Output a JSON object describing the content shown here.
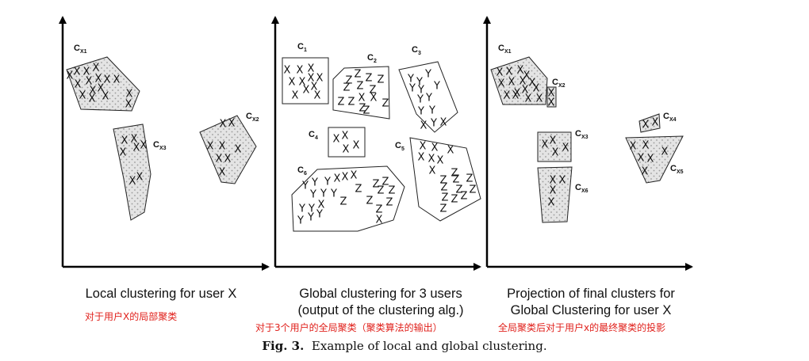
{
  "panels": [
    {
      "caption": [
        "Local clustering for user X"
      ],
      "caption_zh": "对于用户X的局部聚类",
      "clusters": [
        {
          "label": "C",
          "sub": "X1",
          "points": "XXXXXXXXXXXXXXXX"
        },
        {
          "label": "C",
          "sub": "X3",
          "points": "XXXXXXX"
        },
        {
          "label": "C",
          "sub": "X2",
          "points": "XXXXXXXX"
        }
      ]
    },
    {
      "caption": [
        "Global clustering for 3 users",
        "(output of the clustering alg.)"
      ],
      "caption_zh": "对于3个用户的全局聚类（聚类算法的输出）",
      "clusters": [
        {
          "label": "C",
          "sub": "1",
          "points": "XXXXXXXXXXX"
        },
        {
          "label": "C",
          "sub": "2",
          "points": "ZZZZZZZZZXXZZZ"
        },
        {
          "label": "C",
          "sub": "3",
          "points": "YYYYYYYYYYYXX"
        },
        {
          "label": "C",
          "sub": "4",
          "points": "XXXX"
        },
        {
          "label": "C",
          "sub": "5",
          "points": "XXXXXXXZZZZZZZZZZZ"
        },
        {
          "label": "C",
          "sub": "6",
          "points": "YYYXXXYYYYYXZZZZZZZZZXYYY"
        }
      ]
    },
    {
      "caption": [
        "Projection of final clusters for",
        "Global Clustering for user X"
      ],
      "caption_zh": "全局聚类后对于用户x的最终聚类的投影",
      "clusters": [
        {
          "label": "C",
          "sub": "X1",
          "points": "XXXXXXXXXXXXXXX"
        },
        {
          "label": "C",
          "sub": "X2",
          "points": "XX"
        },
        {
          "label": "C",
          "sub": "X3",
          "points": "XXXX"
        },
        {
          "label": "C",
          "sub": "X4",
          "points": "XX"
        },
        {
          "label": "C",
          "sub": "X6",
          "points": "XXXX"
        },
        {
          "label": "C",
          "sub": "X5",
          "points": "XXXXXX"
        }
      ]
    }
  ],
  "figure_caption": {
    "number": "Fig. 3.",
    "text": "Example of local and global clustering."
  }
}
